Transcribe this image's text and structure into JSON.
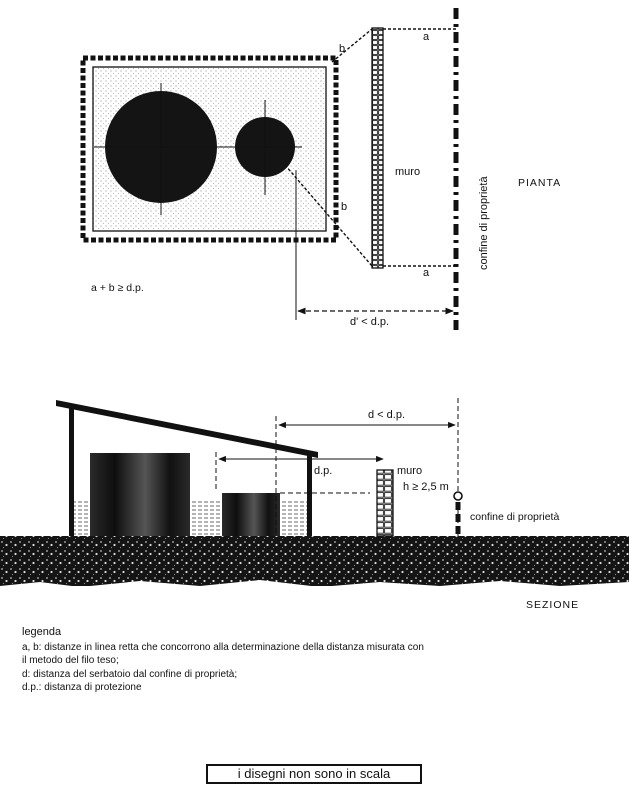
{
  "plan": {
    "label_muro": "muro",
    "label_a_top": "a",
    "label_a_bottom": "a",
    "label_b_top": "b",
    "label_b_bottom": "b",
    "label_confine": "confine di proprietà",
    "label_view": "PIANTA",
    "formula": "a + b ≥ d.p.",
    "dim_label": "d' < d.p."
  },
  "section": {
    "dim_d": "d < d.p.",
    "dim_dp": "d.p.",
    "label_muro": "muro",
    "label_height": "h ≥ 2,5 m",
    "label_confine": "confine di proprietà",
    "label_view": "SEZIONE"
  },
  "legend": {
    "title": "legenda",
    "line1": "a, b: distanze in linea retta che concorrono alla determinazione della distanza misurata con",
    "line2": "il metodo del filo teso;",
    "line3": "d: distanza del serbatoio dal confine di proprietà;",
    "line4": "d.p.: distanza di protezione"
  },
  "note": "i disegni non sono in scala"
}
